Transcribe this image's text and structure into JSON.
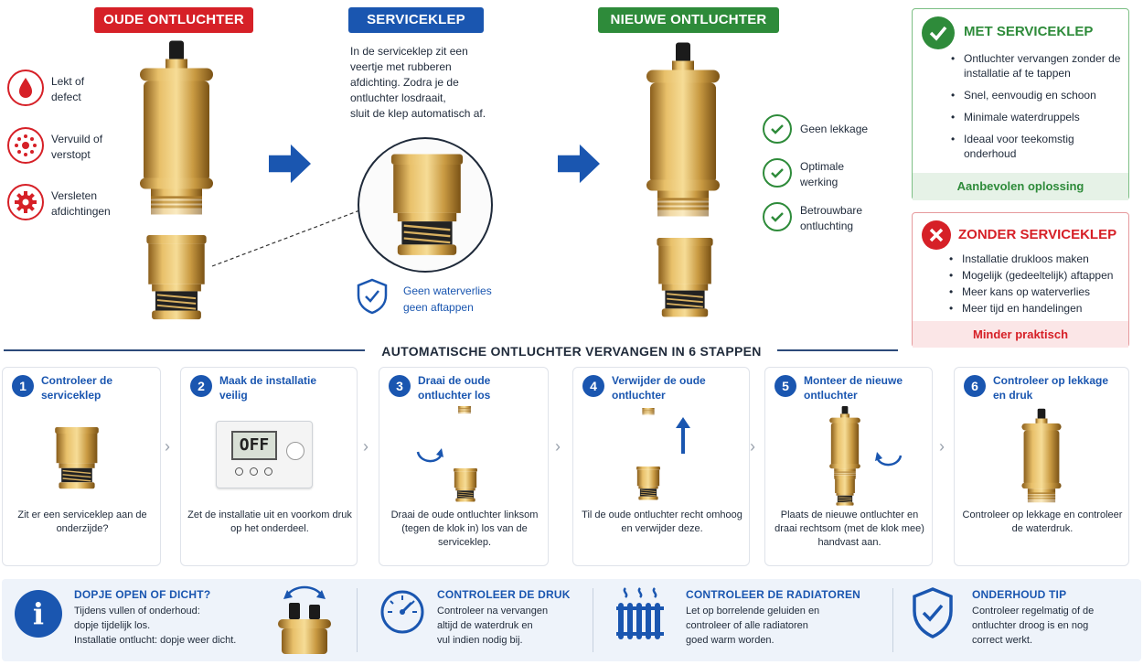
{
  "header": {
    "old_badge": "OUDE ONTLUCHTER",
    "service_badge": "SERVICEKLEP",
    "new_badge": "NIEUWE ONTLUCHTER"
  },
  "colors": {
    "red": "#d62027",
    "blue": "#1a56b0",
    "green": "#2e8b3a",
    "brass": "#c79a3c"
  },
  "problems": [
    {
      "icon": "drop-icon",
      "line1": "Lekt of",
      "line2": "defect"
    },
    {
      "icon": "dirt-icon",
      "line1": "Vervuild of",
      "line2": "verstopt"
    },
    {
      "icon": "gear-icon",
      "line1": "Versleten",
      "line2": "afdichtingen"
    }
  ],
  "service_text": [
    "In de serviceklep zit een",
    "veertje met rubberen",
    "afdichting. Zodra je de",
    "ontluchter losdraait,",
    "sluit de klep automatisch af."
  ],
  "shield_text": [
    "Geen waterverlies",
    "geen aftappen"
  ],
  "benefits": [
    {
      "line1": "Geen lekkage",
      "line2": ""
    },
    {
      "line1": "Optimale",
      "line2": "werking"
    },
    {
      "line1": "Betrouwbare",
      "line2": "ontluchting"
    }
  ],
  "met": {
    "title": "MET SERVICEKLEP",
    "items": [
      "Ontluchter vervangen zonder de installatie af te tappen",
      "Snel, eenvoudig en schoon",
      "Minimale waterdruppels",
      "Ideaal voor teekomstig onderhoud"
    ],
    "footer": "Aanbevolen oplossing"
  },
  "zonder": {
    "title": "ZONDER SERVICEKLEP",
    "items": [
      "Installatie drukloos maken",
      "Mogelijk (gedeeltelijk) aftappen",
      "Meer kans op waterverlies",
      "Meer tijd en handelingen"
    ],
    "footer": "Minder praktisch"
  },
  "steps_title": "AUTOMATISCHE ONTLUCHTER VERVANGEN IN 6 STAPPEN",
  "thermostat_display": "OFF",
  "steps": [
    {
      "num": "1",
      "title": "Controleer de serviceklep",
      "desc": "Zit er een serviceklep aan de onderzijde?"
    },
    {
      "num": "2",
      "title": "Maak de installatie veilig",
      "desc": "Zet de installatie uit en voorkom druk op het onderdeel."
    },
    {
      "num": "3",
      "title": "Draai de oude ontluchter los",
      "desc": "Draai de oude ontluchter linksom (tegen de klok in) los van de serviceklep."
    },
    {
      "num": "4",
      "title": "Verwijder de oude ontluchter",
      "desc": "Til de oude ontluchter recht omhoog en verwijder deze."
    },
    {
      "num": "5",
      "title": "Monteer de nieuwe ontluchter",
      "desc": "Plaats de nieuwe ontluchter en draai rechtsom (met de klok mee) handvast aan."
    },
    {
      "num": "6",
      "title": "Controleer op lekkage en druk",
      "desc": "Controleer op lekkage en controleer de waterdruk."
    }
  ],
  "tips": [
    {
      "title": "DOPJE OPEN OF DICHT?",
      "lines": [
        "Tijdens vullen of onderhoud:",
        "dopje tijdelijk los.",
        "Installatie ontlucht: dopje weer dicht."
      ]
    },
    {
      "title": "CONTROLEER DE DRUK",
      "lines": [
        "Controleer na vervangen",
        "altijd de waterdruk en",
        "vul indien nodig bij."
      ]
    },
    {
      "title": "CONTROLEER DE RADIATOREN",
      "lines": [
        "Let op borrelende geluiden en",
        "controleer of alle radiatoren",
        "goed warm worden."
      ]
    },
    {
      "title": "ONDERHOUD TIP",
      "lines": [
        "Controleer regelmatig of de",
        "ontluchter droog is en nog",
        "correct werkt."
      ]
    }
  ]
}
